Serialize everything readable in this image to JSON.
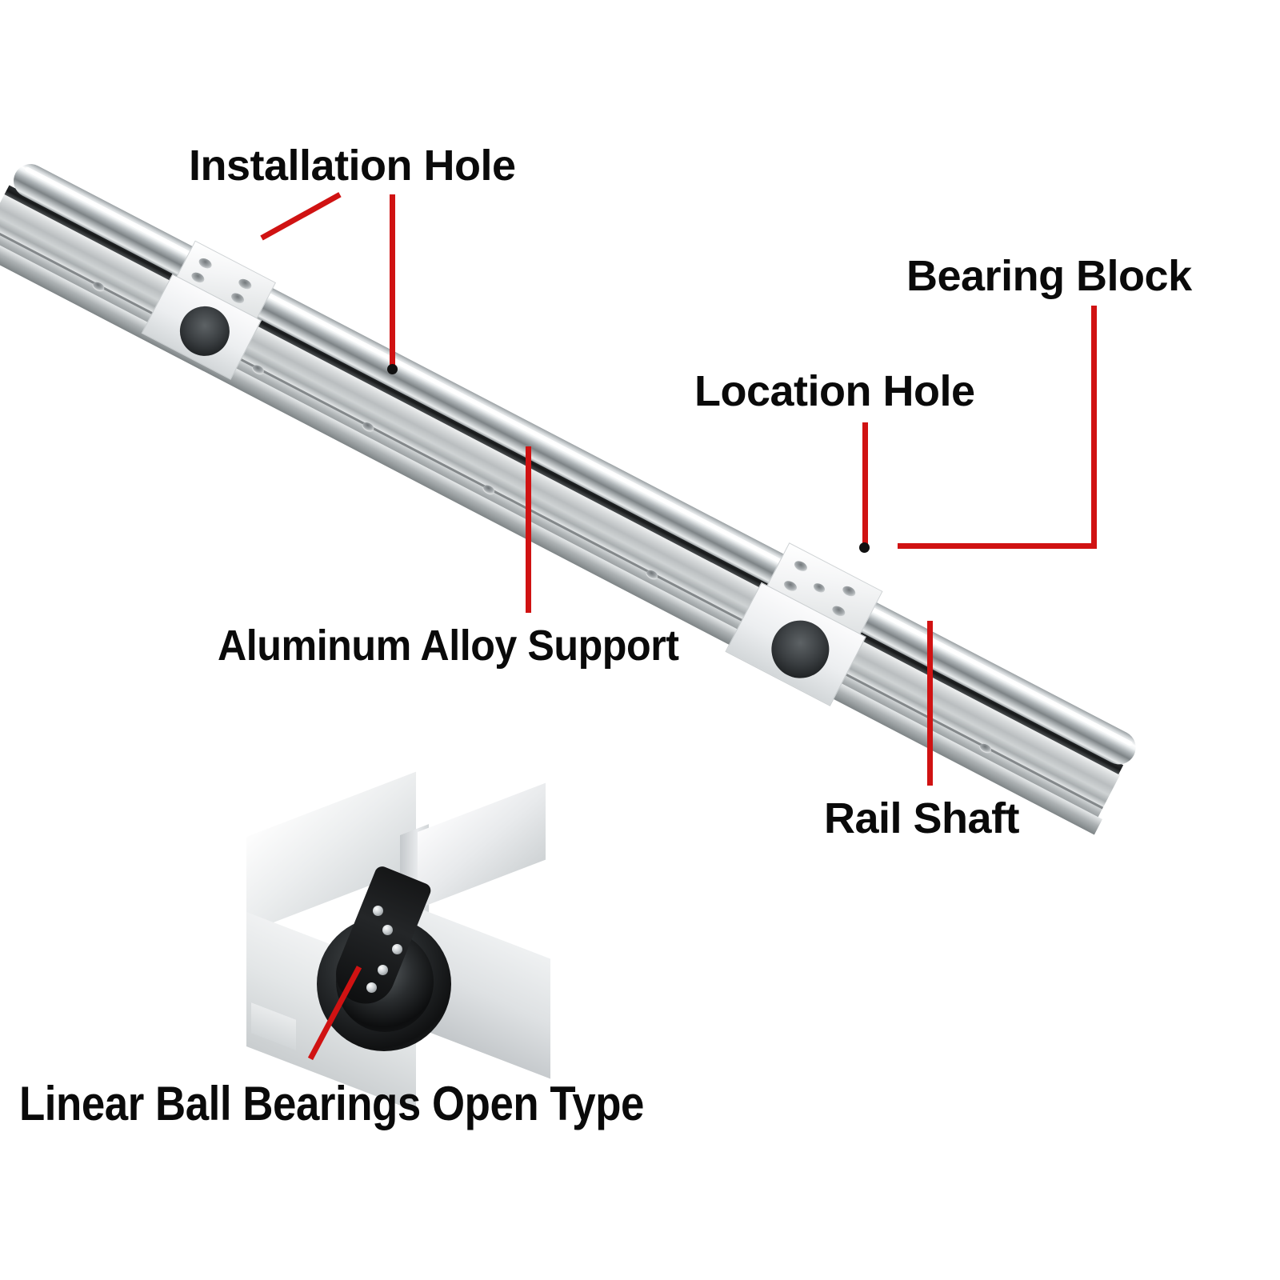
{
  "diagram": {
    "title": "Linear Rail Guide with Bearing Blocks",
    "accent_color": "#d01212",
    "background_color": "#ffffff",
    "text_color": "#0a0a0a"
  },
  "callouts": [
    {
      "id": "installation-hole",
      "label": "Installation Hole",
      "leader_style": "two-leaders: diagonal to block corner, vertical to rail screw hole"
    },
    {
      "id": "bearing-block",
      "label": "Bearing Block",
      "leader_style": "L-shaped: vertical down then horizontal left to block"
    },
    {
      "id": "location-hole",
      "label": "Location Hole",
      "leader_style": "vertical down to center hole on block top face"
    },
    {
      "id": "aluminum-alloy-support",
      "label": "Aluminum Alloy Support",
      "leader_style": "vertical up to support extrusion"
    },
    {
      "id": "rail-shaft",
      "label": "Rail Shaft",
      "leader_style": "vertical up to round chrome shaft"
    },
    {
      "id": "linear-ball-bearings-open-type",
      "label": "Linear Ball Bearings Open Type",
      "leader_style": "diagonal up-right to bearing race inside bore"
    }
  ],
  "components": {
    "rail": {
      "name": "Rail Shaft",
      "finish": "polished chrome round shaft"
    },
    "support": {
      "name": "Aluminum Alloy Support",
      "finish": "brushed aluminium profiled extrusion",
      "screw_hole_count": 7
    },
    "block_upper_left": {
      "name": "Bearing Block",
      "hole_count": 4
    },
    "block_lower_right": {
      "name": "Bearing Block",
      "hole_count": 4,
      "has_location_hole": true
    },
    "open_block": {
      "name": "Linear Ball Bearings Open Type",
      "body": "cast aluminium housing, open slot top",
      "insert": "black linear ball bearing cartridge"
    }
  }
}
